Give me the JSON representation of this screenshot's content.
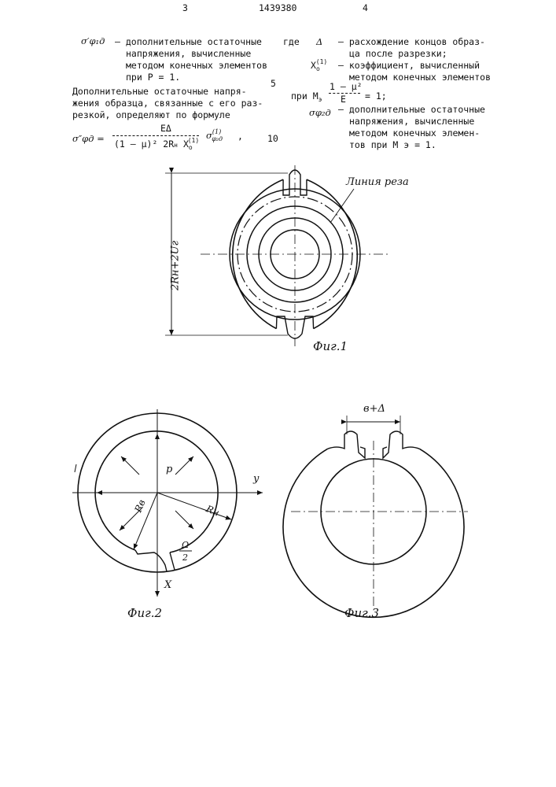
{
  "header": {
    "page_left": "3",
    "patent_number": "1439380",
    "page_right": "4"
  },
  "left_column": {
    "sym1": "σ′φ₁д",
    "def1": [
      "– дополнительные остаточные",
      "напряжения, вычисленные",
      "методом конечных элементов",
      "при P = 1."
    ],
    "para": [
      "Дополнительные остаточные напря-",
      "жения образца, связанные с его раз-",
      "резкой, определяют по формуле"
    ],
    "formula_lhs": "σ″φд =",
    "formula_num": "EΔ",
    "formula_den": "(1 – μ)² 2R",
    "formula_den_sub": "н",
    "formula_den_x": "X",
    "formula_den_x_sup": "(1)",
    "formula_den_x_sub": "o",
    "formula_rhs": "σ",
    "formula_rhs_sup": "(1)",
    "formula_rhs_sub": "φ₂д",
    "formula_comma": ","
  },
  "line_numbers": {
    "n5": "5",
    "n10": "10"
  },
  "right_column": {
    "where": "где",
    "delta_sym": "Δ",
    "delta_def": [
      "– расхождение концов образ-",
      "ца после разрезки;"
    ],
    "x_sym": "X",
    "x_sup": "(1)",
    "x_sub": "o",
    "x_def": [
      "– коэффициент, вычисленный",
      "методом конечных элементов"
    ],
    "cond_prefix": "при M",
    "cond_sub": "э",
    "cond_num": "1 – μ²",
    "cond_den": "E",
    "cond_suffix": "= 1;",
    "sigma2_sym": "σφ₂д",
    "sigma2_def": [
      "– дополнительные остаточные",
      "напряжения, вычисленные",
      "методом конечных элемен-",
      "тов при M э = 1."
    ]
  },
  "fig1": {
    "caption": "Фиг.1",
    "cut_line_label": "Линия реза",
    "dimension_label": "2Rн+2Uг"
  },
  "fig2": {
    "caption": "Фиг.2",
    "p_label": "p",
    "y_label": "y",
    "x_label": "X",
    "rb_label": "Rв",
    "rh_label": "Rн",
    "omega_label": "Ω",
    "two_label": "2"
  },
  "fig3": {
    "caption": "Фиг.3",
    "gap_label": "в+Δ"
  }
}
